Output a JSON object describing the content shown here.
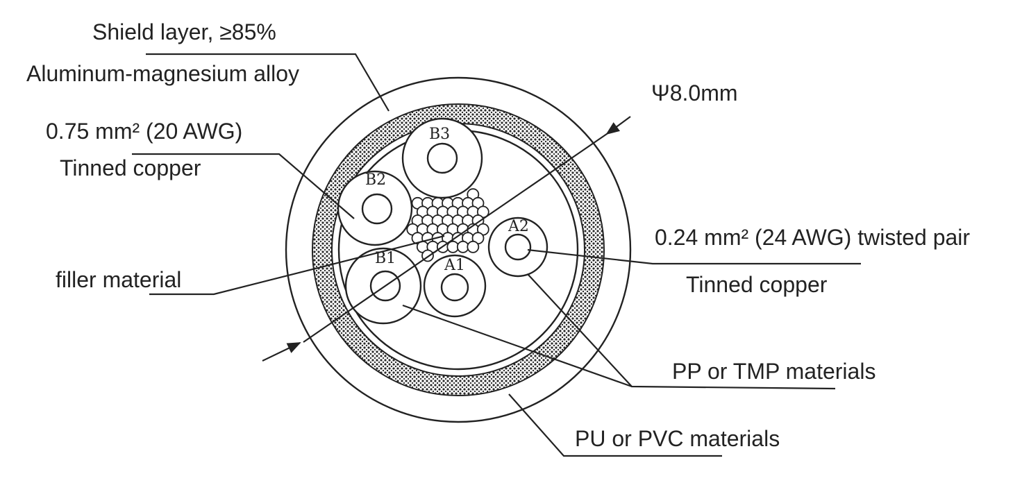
{
  "labels": {
    "shield_line1": "Shield layer,  ≥85%",
    "shield_line2": "Aluminum-magnesium alloy",
    "conductor_line1": "0.75 mm² (20 AWG)",
    "conductor_line2": "Tinned copper",
    "filler": "filler material",
    "diameter": "Ψ8.0mm",
    "pair_line1": "0.24 mm² (24 AWG) twisted pair",
    "pair_line2": "Tinned copper",
    "insulation": "PP or TMP materials",
    "jacket": "PU or PVC materials"
  },
  "cores": {
    "b3": "B3",
    "b2": "B2",
    "b1": "B1",
    "a1": "A1",
    "a2": "A2"
  },
  "colors": {
    "line": "#222222",
    "shield_fill": "#2a2a2a",
    "background": "#ffffff"
  }
}
